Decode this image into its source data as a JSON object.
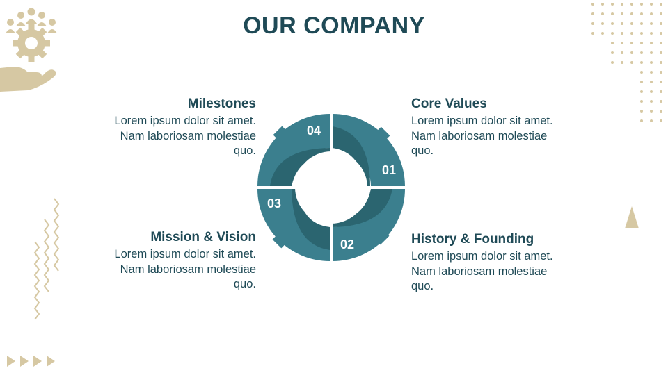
{
  "slide": {
    "title": "OUR COMPANY"
  },
  "cycle": {
    "segments": [
      {
        "number": "01"
      },
      {
        "number": "02"
      },
      {
        "number": "03"
      },
      {
        "number": "04"
      }
    ]
  },
  "blocks": {
    "milestones": {
      "heading": "Milestones",
      "body": "Lorem ipsum dolor sit amet. Nam laboriosam molestiae quo."
    },
    "core_values": {
      "heading": "Core Values",
      "body": "Lorem ipsum dolor sit amet. Nam laboriosam molestiae quo."
    },
    "mission_vision": {
      "heading": "Mission & Vision",
      "body": "Lorem ipsum dolor sit amet. Nam laboriosam molestiae quo."
    },
    "history_founding": {
      "heading": "History & Founding",
      "body": "Lorem ipsum dolor sit amet. Nam laboriosam molestiae quo."
    }
  },
  "colors": {
    "title": "#1f4a56",
    "segment_outer": "#3b7f8e",
    "segment_inner": "#2b6570",
    "decoration": "#d6c8a3"
  },
  "icons": {
    "top_left": "hand-gear-people-icon"
  }
}
